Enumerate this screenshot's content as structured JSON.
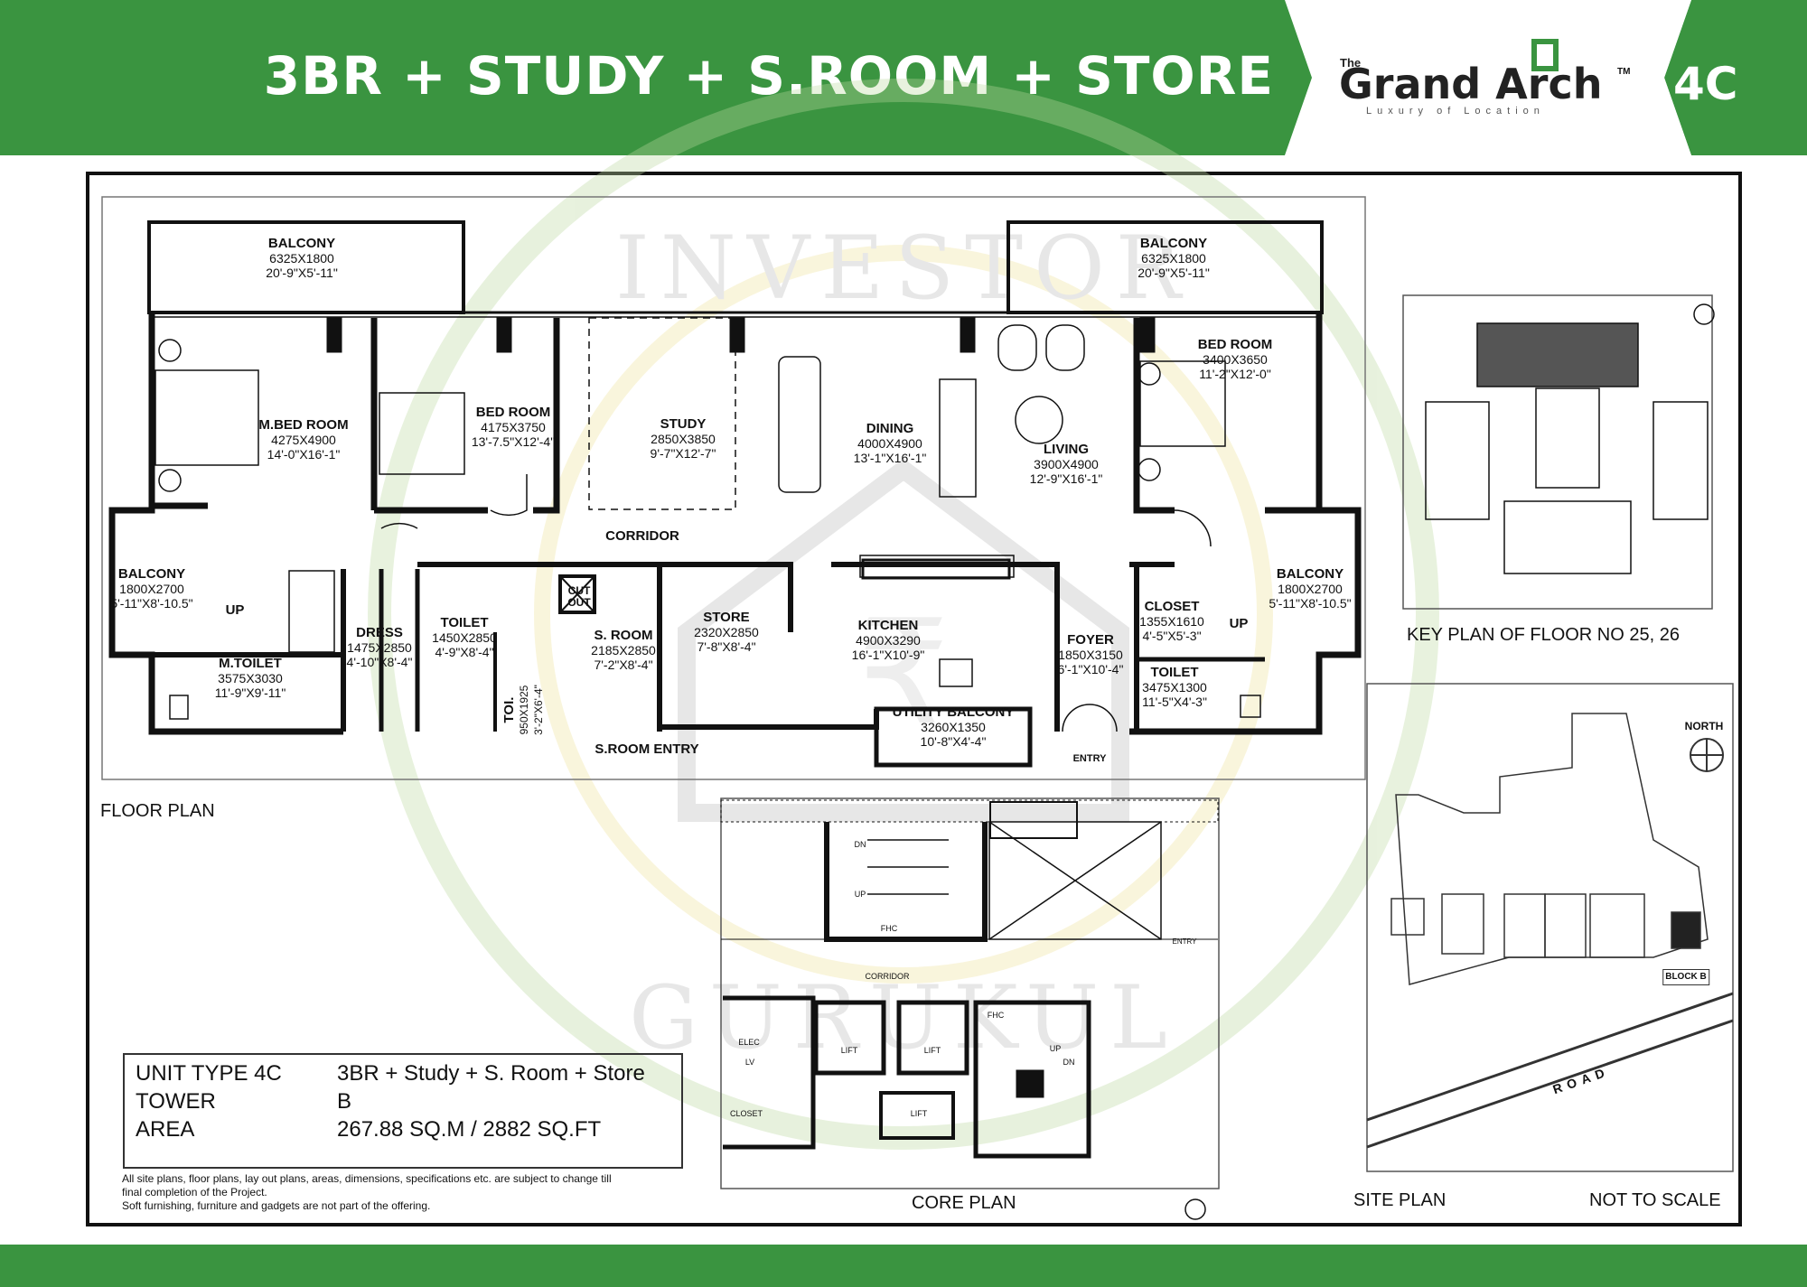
{
  "header": {
    "title": "3BR + STUDY + S.ROOM + STORE",
    "unit_code": "4C",
    "colors": {
      "band": "#3a9440",
      "text": "#ffffff"
    }
  },
  "brand": {
    "the": "The",
    "name": "Grand Arch",
    "tm": "TM",
    "tagline": "Luxury of Location"
  },
  "watermark": {
    "top_text": "INVESTOR",
    "bottom_text": "GURUKUL"
  },
  "floor_plan": {
    "caption": "FLOOR PLAN",
    "rooms": [
      {
        "name": "BALCONY",
        "size_mm": "6325X1800",
        "size_ft": "20'-9\"X5'-11\""
      },
      {
        "name": "BALCONY",
        "size_mm": "6325X1800",
        "size_ft": "20'-9\"X5'-11\""
      },
      {
        "name": "M.BED ROOM",
        "size_mm": "4275X4900",
        "size_ft": "14'-0\"X16'-1\""
      },
      {
        "name": "BED ROOM",
        "size_mm": "4175X3750",
        "size_ft": "13'-7.5\"X12'-4\""
      },
      {
        "name": "STUDY",
        "size_mm": "2850X3850",
        "size_ft": "9'-7\"X12'-7\""
      },
      {
        "name": "DINING",
        "size_mm": "4000X4900",
        "size_ft": "13'-1\"X16'-1\""
      },
      {
        "name": "LIVING",
        "size_mm": "3900X4900",
        "size_ft": "12'-9\"X16'-1\""
      },
      {
        "name": "BED ROOM",
        "size_mm": "3400X3650",
        "size_ft": "11'-2\"X12'-0\""
      },
      {
        "name": "BALCONY",
        "size_mm": "1800X2700",
        "size_ft": "5'-11\"X8'-10.5\""
      },
      {
        "name": "BALCONY",
        "size_mm": "1800X2700",
        "size_ft": "5'-11\"X8'-10.5\""
      },
      {
        "name": "M.TOILET",
        "size_mm": "3575X3030",
        "size_ft": "11'-9\"X9'-11\""
      },
      {
        "name": "DRESS",
        "size_mm": "1475X2850",
        "size_ft": "4'-10\"X8'-4\""
      },
      {
        "name": "TOILET",
        "size_mm": "1450X2850",
        "size_ft": "4'-9\"X8'-4\""
      },
      {
        "name": "TOI.",
        "size_mm": "950X1925",
        "size_ft": "3'-2\"X6'-4\""
      },
      {
        "name": "S. ROOM",
        "size_mm": "2185X2850",
        "size_ft": "7'-2\"X8'-4\""
      },
      {
        "name": "STORE",
        "size_mm": "2320X2850",
        "size_ft": "7'-8\"X8'-4\""
      },
      {
        "name": "KITCHEN",
        "size_mm": "4900X3290",
        "size_ft": "16'-1\"X10'-9\""
      },
      {
        "name": "UTILITY BALCONY",
        "size_mm": "3260X1350",
        "size_ft": "10'-8\"X4'-4\""
      },
      {
        "name": "FOYER",
        "size_mm": "1850X3150",
        "size_ft": "6'-1\"X10'-4\""
      },
      {
        "name": "CLOSET",
        "size_mm": "1355X1610",
        "size_ft": "4'-5\"X5'-3\""
      },
      {
        "name": "TOILET",
        "size_mm": "3475X1300",
        "size_ft": "11'-5\"X4'-3\""
      }
    ],
    "labels": {
      "corridor": "CORRIDOR",
      "cut_out": "CUT OUT",
      "s_room_entry": "S.ROOM ENTRY",
      "entry": "ENTRY",
      "up_left": "UP",
      "up_right": "UP"
    }
  },
  "key_plan": {
    "caption": "KEY PLAN OF FLOOR NO 25, 26"
  },
  "site_plan": {
    "caption": "SITE PLAN",
    "north": "NORTH",
    "road": "ROAD",
    "block": "BLOCK B"
  },
  "scale_note": "NOT TO SCALE",
  "core_plan": {
    "caption": "CORE PLAN",
    "labels": {
      "dn1": "DN",
      "up1": "UP",
      "fhc1": "FHC",
      "corridor": "CORRIDOR",
      "entry": "ENTRY",
      "elec": "ELEC",
      "lv": "LV",
      "closet": "CLOSET",
      "lift": "LIFT",
      "fhc2": "FHC",
      "up2": "UP",
      "dn2": "DN"
    }
  },
  "unit_info": {
    "type_label": "UNIT TYPE 4C",
    "type_value": "3BR + Study + S. Room + Store",
    "tower_label": "TOWER",
    "tower_value": "B",
    "area_label": "AREA",
    "area_value": "267.88 SQ.M  / 2882 SQ.FT"
  },
  "disclaimer": {
    "line1": "All site plans, floor plans, lay out plans, areas, dimensions, specifications etc. are subject to change till final completion of the Project.",
    "line2": "Soft furnishing, furniture and gadgets are not part of the offering."
  }
}
